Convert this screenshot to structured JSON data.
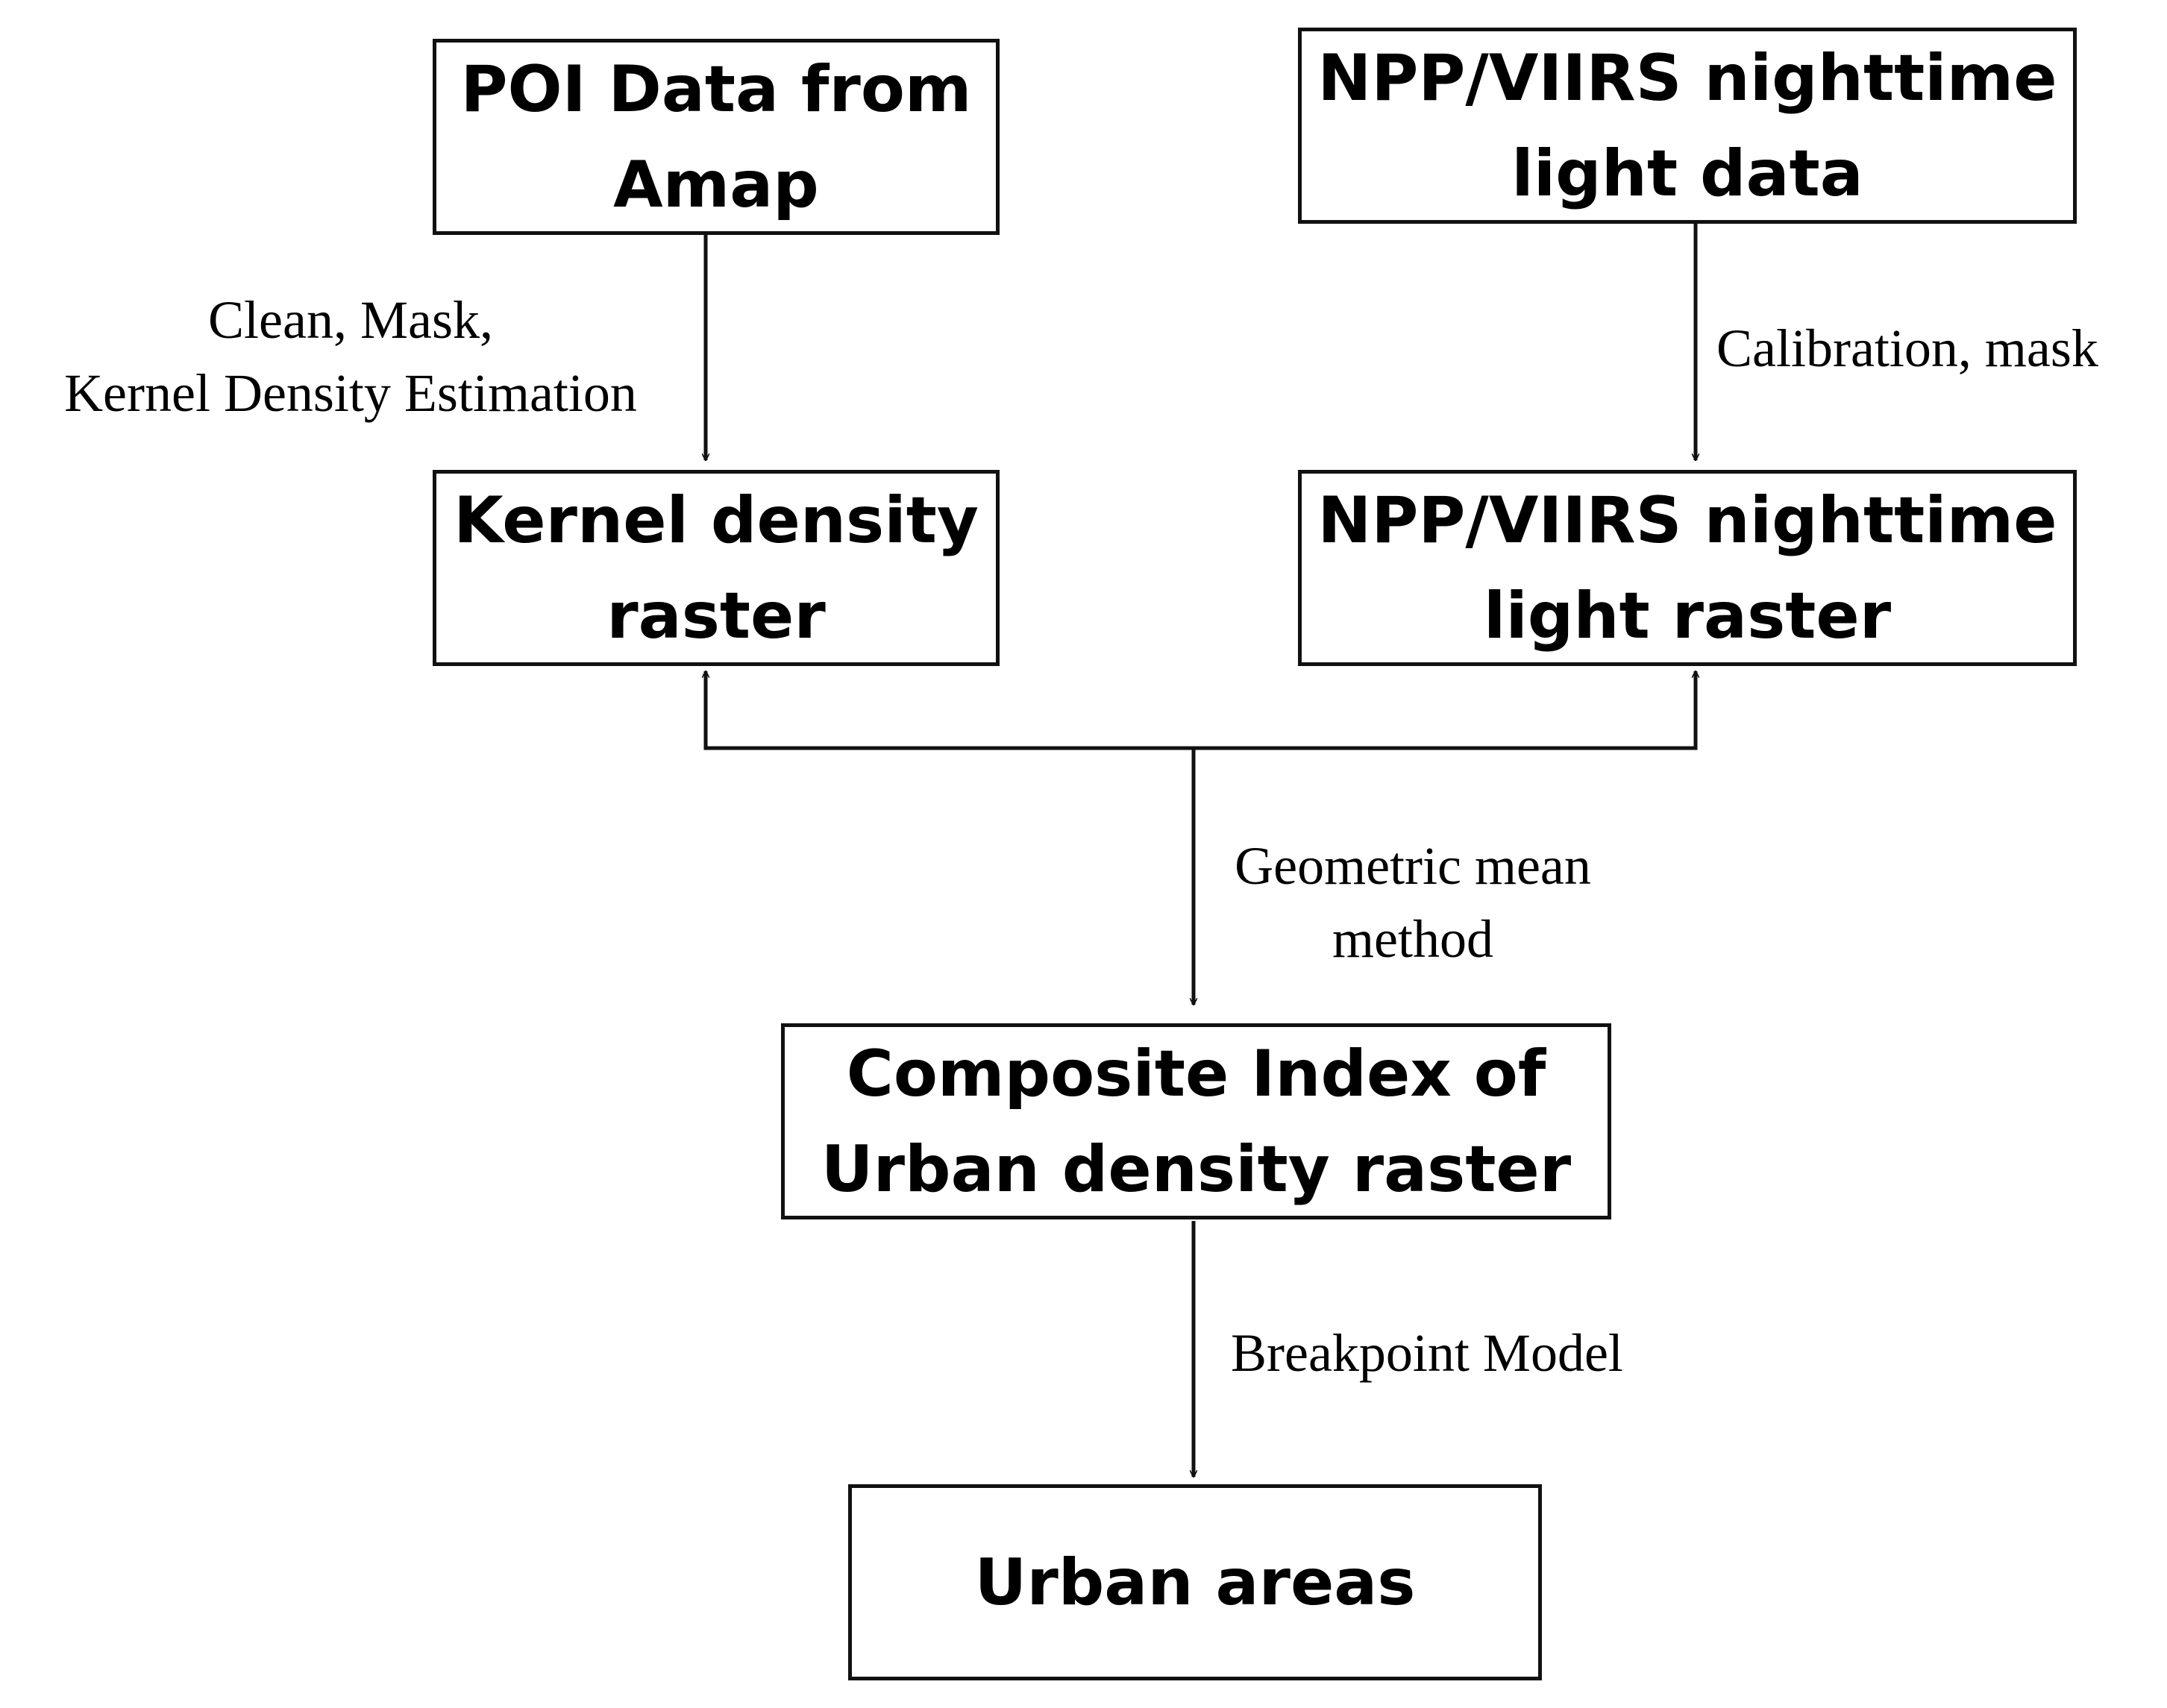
{
  "nodes": {
    "poi_data": {
      "line1": "POI Data from",
      "line2": "Amap"
    },
    "npp_data": {
      "line1": "NPP/VIIRS nighttime",
      "line2": "light data"
    },
    "kernel_raster": {
      "line1": "Kernel density",
      "line2": "raster"
    },
    "npp_raster": {
      "line1": "NPP/VIIRS nighttime",
      "line2": "light raster"
    },
    "composite": {
      "line1": "Composite Index of",
      "line2": "Urban density raster"
    },
    "urban_areas": {
      "line1": "Urban areas"
    }
  },
  "edges": {
    "poi_to_kernel": {
      "line1": "Clean, Mask,",
      "line2": "Kernel Density Estimation"
    },
    "npp_to_raster": {
      "line1": "Calibration, mask"
    },
    "rasters_to_composite": {
      "line1": "Geometric mean",
      "line2": "method"
    },
    "composite_to_urban": {
      "line1": "Breakpoint Model"
    }
  }
}
